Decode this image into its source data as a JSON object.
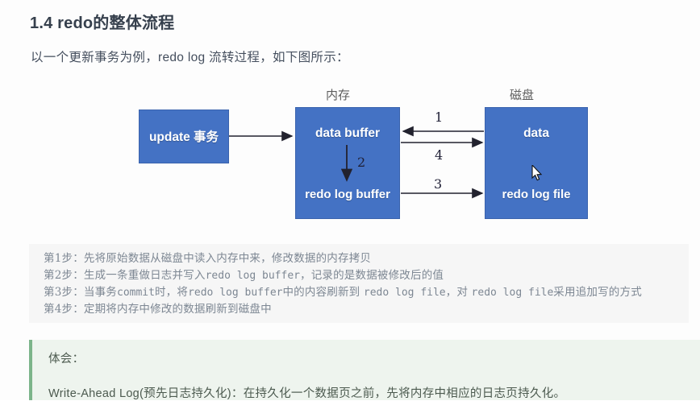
{
  "heading": "1.4 redo的整体流程",
  "intro": "以一个更新事务为例，redo log 流转过程，如下图所示：",
  "diagram": {
    "region_labels": {
      "memory": "内存",
      "disk": "磁盘"
    },
    "boxes": [
      {
        "id": "update",
        "label": "update 事务"
      },
      {
        "id": "data_buffer",
        "label": "data buffer"
      },
      {
        "id": "redo_buffer",
        "label": "redo log buffer"
      },
      {
        "id": "data",
        "label": "data"
      },
      {
        "id": "redo_file",
        "label": "redo log file"
      }
    ],
    "arrow_numbers": {
      "one": "1",
      "two": "2",
      "three": "3",
      "four": "4"
    },
    "box_color": "#4472c4"
  },
  "steps": {
    "step1": {
      "prefix": "第1步：先将原始数据从磁盘中读入内存中来，修改数据的内存拷贝"
    },
    "step2": {
      "a": "第2步：生成一条重做日志并写入",
      "mono": "redo log buffer",
      "b": "，记录的是数据被修改后的值"
    },
    "step3": {
      "a": "第3步：当事务",
      "mono1": "commit",
      "b": "时，将",
      "mono2": "redo log buffer",
      "c": "中的内容刷新到 ",
      "mono3": "redo log file",
      "d": "，对 ",
      "mono4": "redo log file",
      "e": "采用追加写的方式"
    },
    "step4": {
      "prefix": "第4步：定期将内存中修改的数据刷新到磁盘中"
    }
  },
  "note": {
    "title": "体会：",
    "body": "Write-Ahead Log(预先日志持久化)：在持久化一个数据页之前，先将内存中相应的日志页持久化。",
    "accent_color": "#7cb48a",
    "background_color": "#eef4ee"
  }
}
